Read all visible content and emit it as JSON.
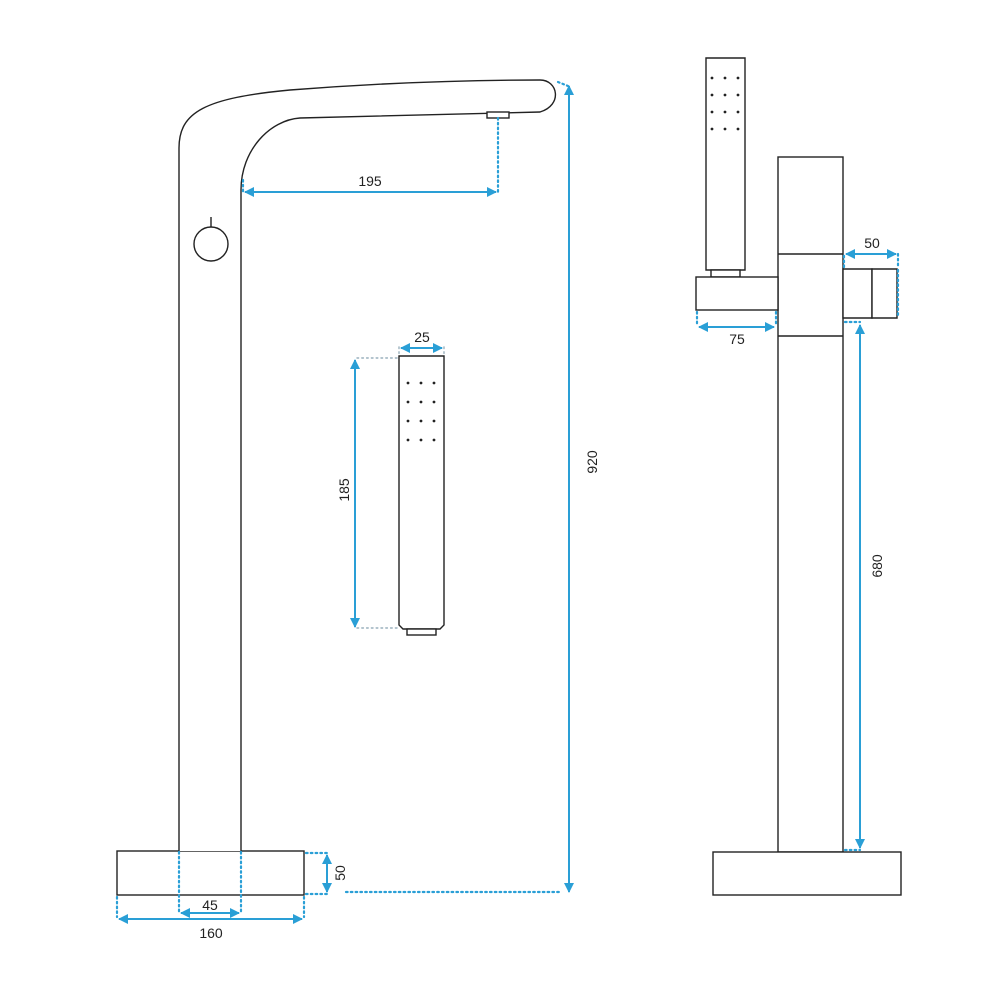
{
  "accent_color": "#2a9fd6",
  "line_color": "#222222",
  "dimensions": {
    "spout_reach": "195",
    "total_height": "920",
    "handshower_width": "25",
    "handshower_length": "185",
    "base_height": "50",
    "column_width": "45",
    "base_width": "160",
    "holder_depth": "50",
    "holder_width": "75",
    "holder_height": "680"
  }
}
